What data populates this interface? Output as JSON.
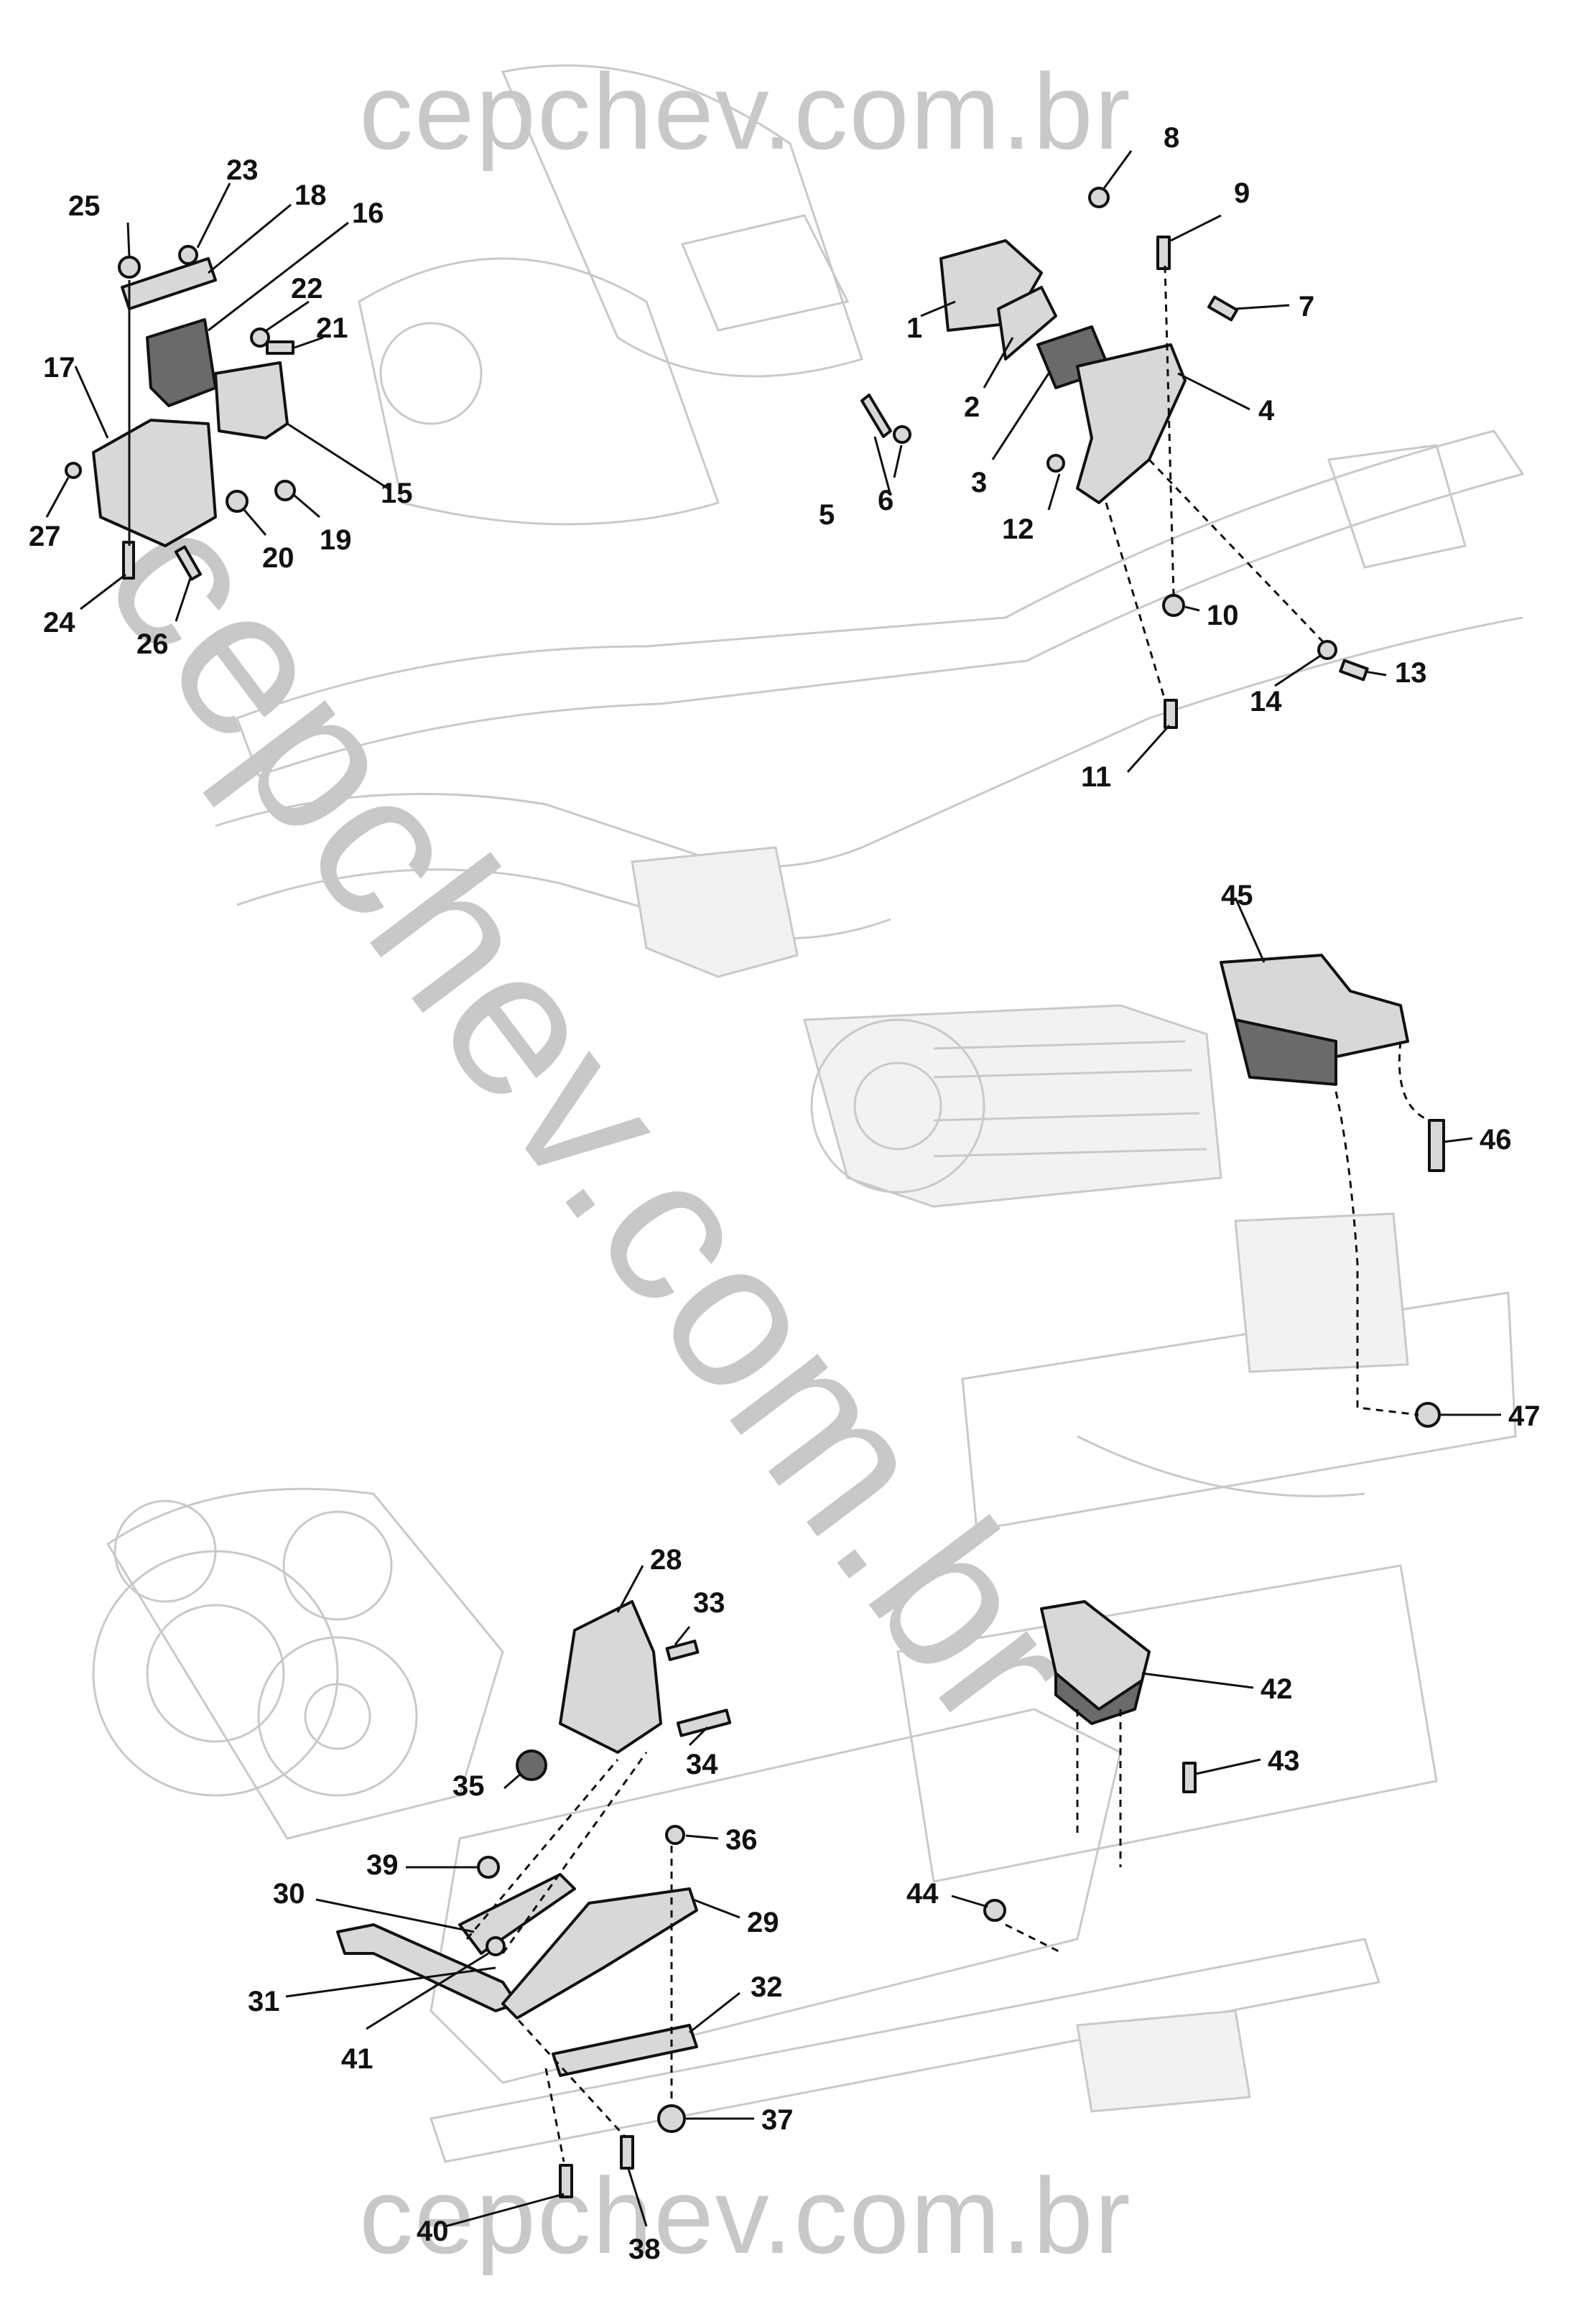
{
  "watermark": {
    "top": "cepchev.com.br",
    "bottom": "cepchev.com.br",
    "diagonal": "cepchev.com.br"
  },
  "callouts": {
    "c1": "1",
    "c2": "2",
    "c3": "3",
    "c4": "4",
    "c5": "5",
    "c6": "6",
    "c7": "7",
    "c8": "8",
    "c9": "9",
    "c10": "10",
    "c11": "11",
    "c12": "12",
    "c13": "13",
    "c14": "14",
    "c15": "15",
    "c16": "16",
    "c17": "17",
    "c18": "18",
    "c19": "19",
    "c20": "20",
    "c21": "21",
    "c22": "22",
    "c23": "23",
    "c24": "24",
    "c25": "25",
    "c26": "26",
    "c27": "27",
    "c28": "28",
    "c29": "29",
    "c30": "30",
    "c31": "31",
    "c32": "32",
    "c33": "33",
    "c34": "34",
    "c35": "35",
    "c36": "36",
    "c37": "37",
    "c38": "38",
    "c39": "39",
    "c40": "40",
    "c41": "41",
    "c42": "42",
    "c43": "43",
    "c44": "44",
    "c45": "45",
    "c46": "46",
    "c47": "47"
  }
}
